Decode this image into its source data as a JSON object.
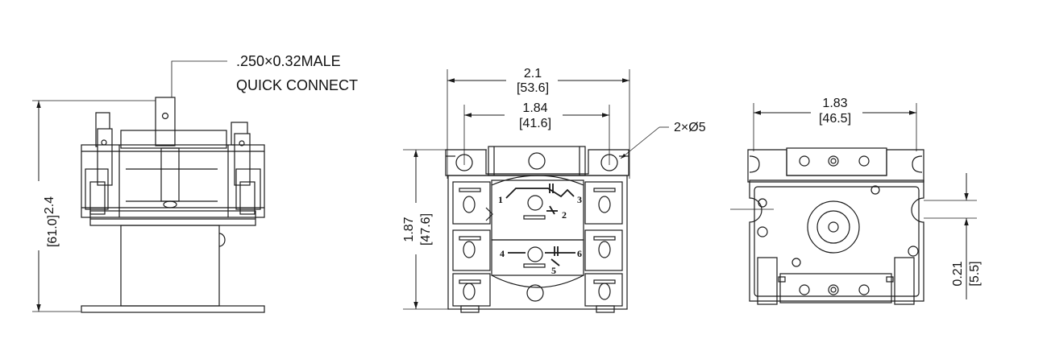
{
  "side_view": {
    "callout_line1": ".250×0.32MALE",
    "callout_line2": "QUICK CONNECT",
    "height_in": "2.4",
    "height_mm": "[61.0]"
  },
  "front_view": {
    "width_in": "2.1",
    "width_mm": "[53.6]",
    "hole_spacing_in": "1.84",
    "hole_spacing_mm": "[41.6]",
    "hole_callout": "2×Ø5",
    "height_in": "1.87",
    "height_mm": "[47.6]",
    "terminals": [
      "1",
      "2",
      "3",
      "4",
      "5",
      "6"
    ]
  },
  "rear_view": {
    "width_in": "1.83",
    "width_mm": "[46.5]",
    "slot_in": "0.21",
    "slot_mm": "[5.5]"
  }
}
